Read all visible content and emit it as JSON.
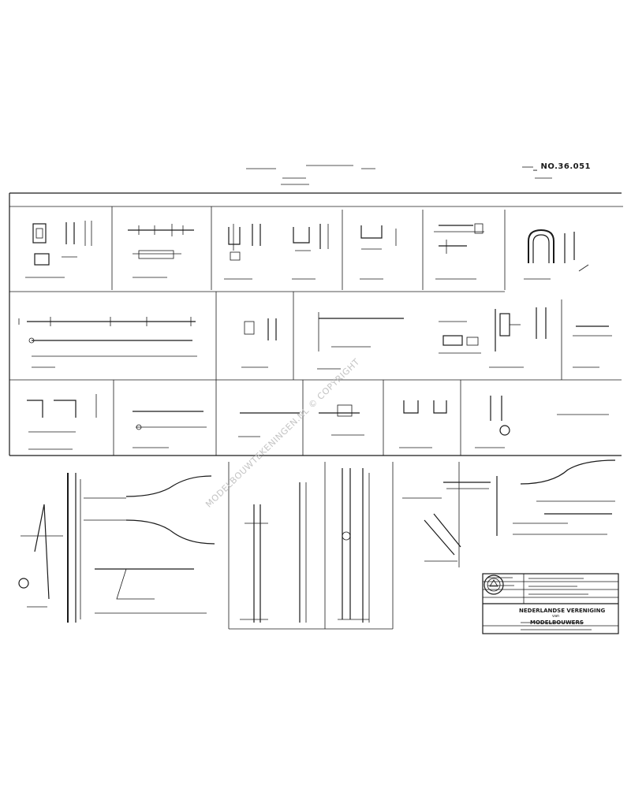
{
  "drawing": {
    "number": "_ NO.36.051",
    "watermark": "MODELBOUWTEKENINGEN.NL © COPYRIGHT"
  },
  "title_block": {
    "organization_line1": "NEDERLANDSE VERENIGING",
    "organization_line2": "van",
    "organization_line3": "MODELBOUWERS"
  },
  "colors": {
    "ink": "#1a1a1a",
    "watermark": "#c4c4c4",
    "paper": "#ffffff"
  }
}
